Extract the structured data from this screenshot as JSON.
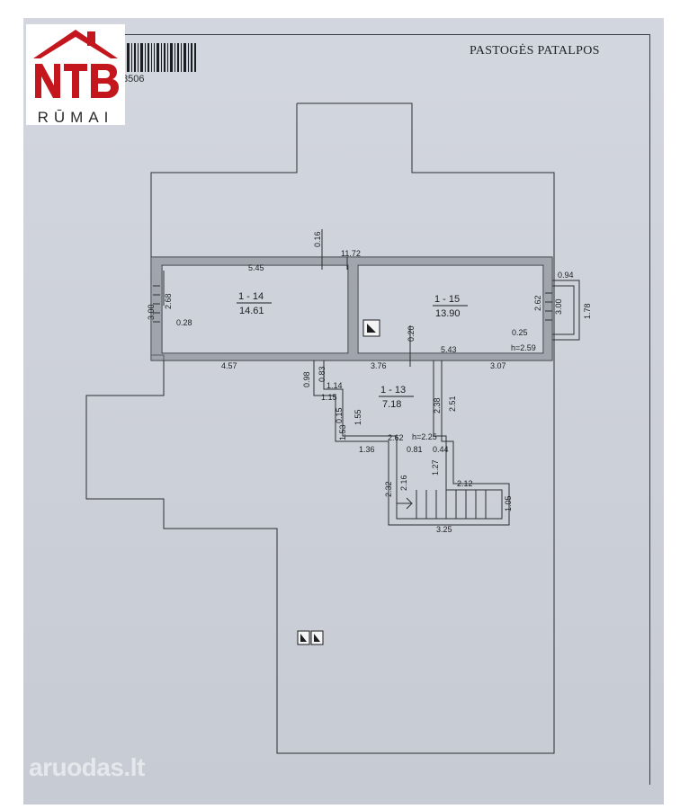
{
  "header": {
    "title": "PASTOGĖS PATALPOS",
    "doc_number_fragment": "8506"
  },
  "logo": {
    "brand": "NTB",
    "subtitle": "RŪMAI",
    "brand_color": "#c3161d"
  },
  "watermark": {
    "text": "aruodas.lt"
  },
  "rooms": [
    {
      "id": "1 - 14",
      "area": "14.61"
    },
    {
      "id": "1 - 15",
      "area": "13.90"
    },
    {
      "id": "1 - 13",
      "area": "7.18"
    }
  ],
  "heights": {
    "room_15": "h=2.59",
    "room_13": "h=2.25"
  },
  "dimensions": {
    "d_11_72": "11.72",
    "d_0_16": "0.16",
    "d_5_45": "5.45",
    "d_3_00_left": "3.00",
    "d_2_68": "2.68",
    "d_0_28": "0.28",
    "d_0_94": "0.94",
    "d_2_62_right": "2.62",
    "d_3_00_right": "3.00",
    "d_1_78": "1.78",
    "d_0_25": "0.25",
    "d_0_20": "0.20",
    "d_5_43": "5.43",
    "d_4_57": "4.57",
    "d_3_76": "3.76",
    "d_3_07": "3.07",
    "d_0_98": "0.98",
    "d_0_83": "0.83",
    "d_1_14": "1.14",
    "d_1_15": "1.15",
    "d_0_15": "0.15",
    "d_1_55": "1.55",
    "d_2_38": "2.38",
    "d_2_51": "2.51",
    "d_1_53": "1.53",
    "d_2_62_mid": "2.62",
    "d_0_81": "0.81",
    "d_0_44": "0.44",
    "d_1_36": "1.36",
    "d_1_27": "1.27",
    "d_2_12": "2.12",
    "d_2_32": "2.32",
    "d_2_16": "2.16",
    "d_1_05": "1.05",
    "d_3_25": "3.25"
  },
  "colors": {
    "paper": "#cfd3dc",
    "lines": "#2c2e33",
    "walls": "#6f737c"
  }
}
